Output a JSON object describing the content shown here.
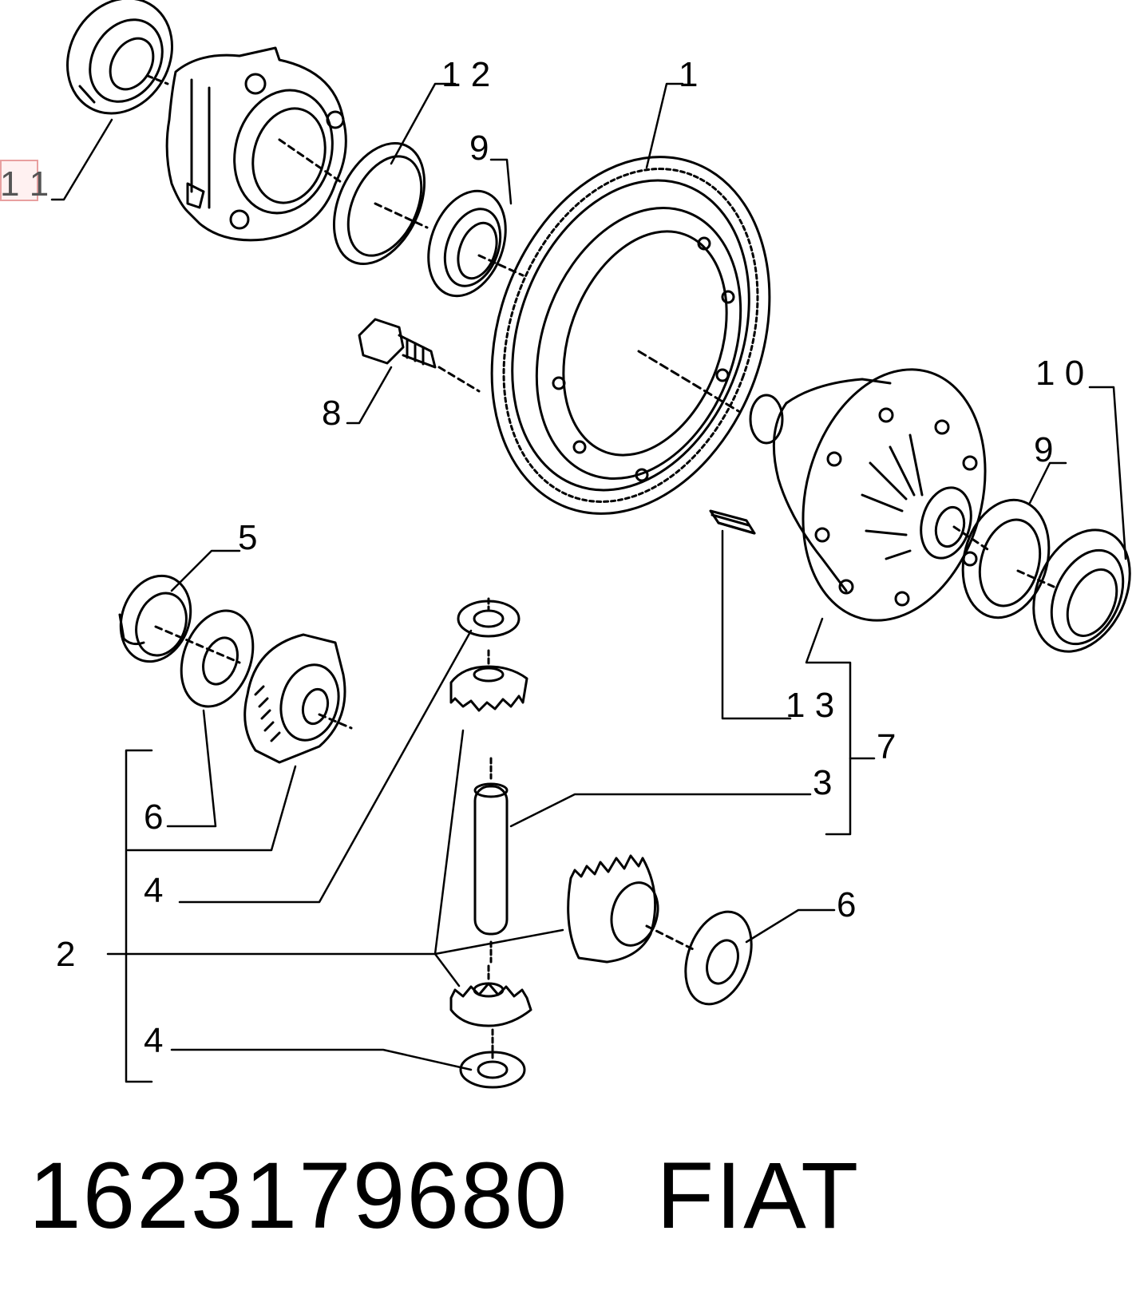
{
  "callouts": {
    "c1": "1",
    "c2": "2",
    "c3": "3",
    "c4a": "4",
    "c4b": "4",
    "c5": "5",
    "c6a": "6",
    "c6b": "6",
    "c7": "7",
    "c8": "8",
    "c9a": "9",
    "c9b": "9",
    "c10": "1 0",
    "c11": "1 1",
    "c12": "1 2",
    "c13": "1 3"
  },
  "footer": {
    "part_number": "1623179680",
    "brand": "FIAT"
  },
  "colors": {
    "line": "#000000",
    "highlight": "#e8a0a0"
  }
}
